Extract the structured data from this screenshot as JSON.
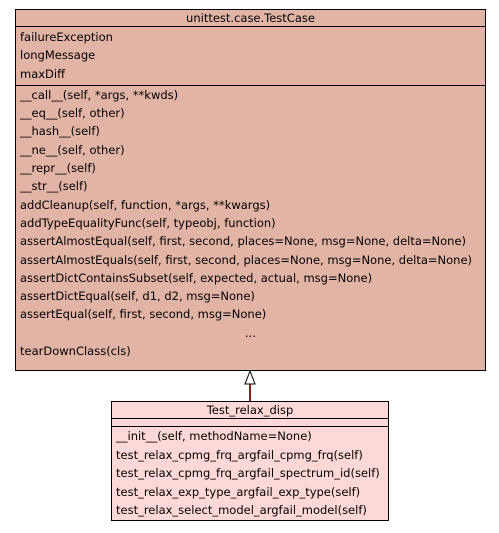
{
  "parent_class": {
    "name": "unittest.case.TestCase",
    "attributes": [
      "failureException",
      "longMessage",
      "maxDiff"
    ],
    "operations": [
      "__call__(self, *args, **kwds)",
      "__eq__(self, other)",
      "__hash__(self)",
      "__ne__(self, other)",
      "__repr__(self)",
      "__str__(self)",
      "addCleanup(self, function, *args, **kwargs)",
      "addTypeEqualityFunc(self, typeobj, function)",
      "assertAlmostEqual(self, first, second, places=None, msg=None, delta=None)",
      "assertAlmostEquals(self, first, second, places=None, msg=None, delta=None)",
      "assertDictContainsSubset(self, expected, actual, msg=None)",
      "assertDictEqual(self, d1, d2, msg=None)",
      "assertEqual(self, first, second, msg=None)",
      "...",
      "tearDownClass(cls)"
    ]
  },
  "child_class": {
    "name": "Test_relax_disp",
    "operations": [
      "__init__(self, methodName=None)",
      "test_relax_cpmg_frq_argfail_cpmg_frq(self)",
      "test_relax_cpmg_frq_argfail_spectrum_id(self)",
      "test_relax_exp_type_argfail_exp_type(self)",
      "test_relax_select_model_argfail_model(self)"
    ]
  },
  "colors": {
    "parent_fill": "#e2b4a5",
    "child_fill": "#fed8d6",
    "inheritance_line": "#8b1a1a"
  }
}
